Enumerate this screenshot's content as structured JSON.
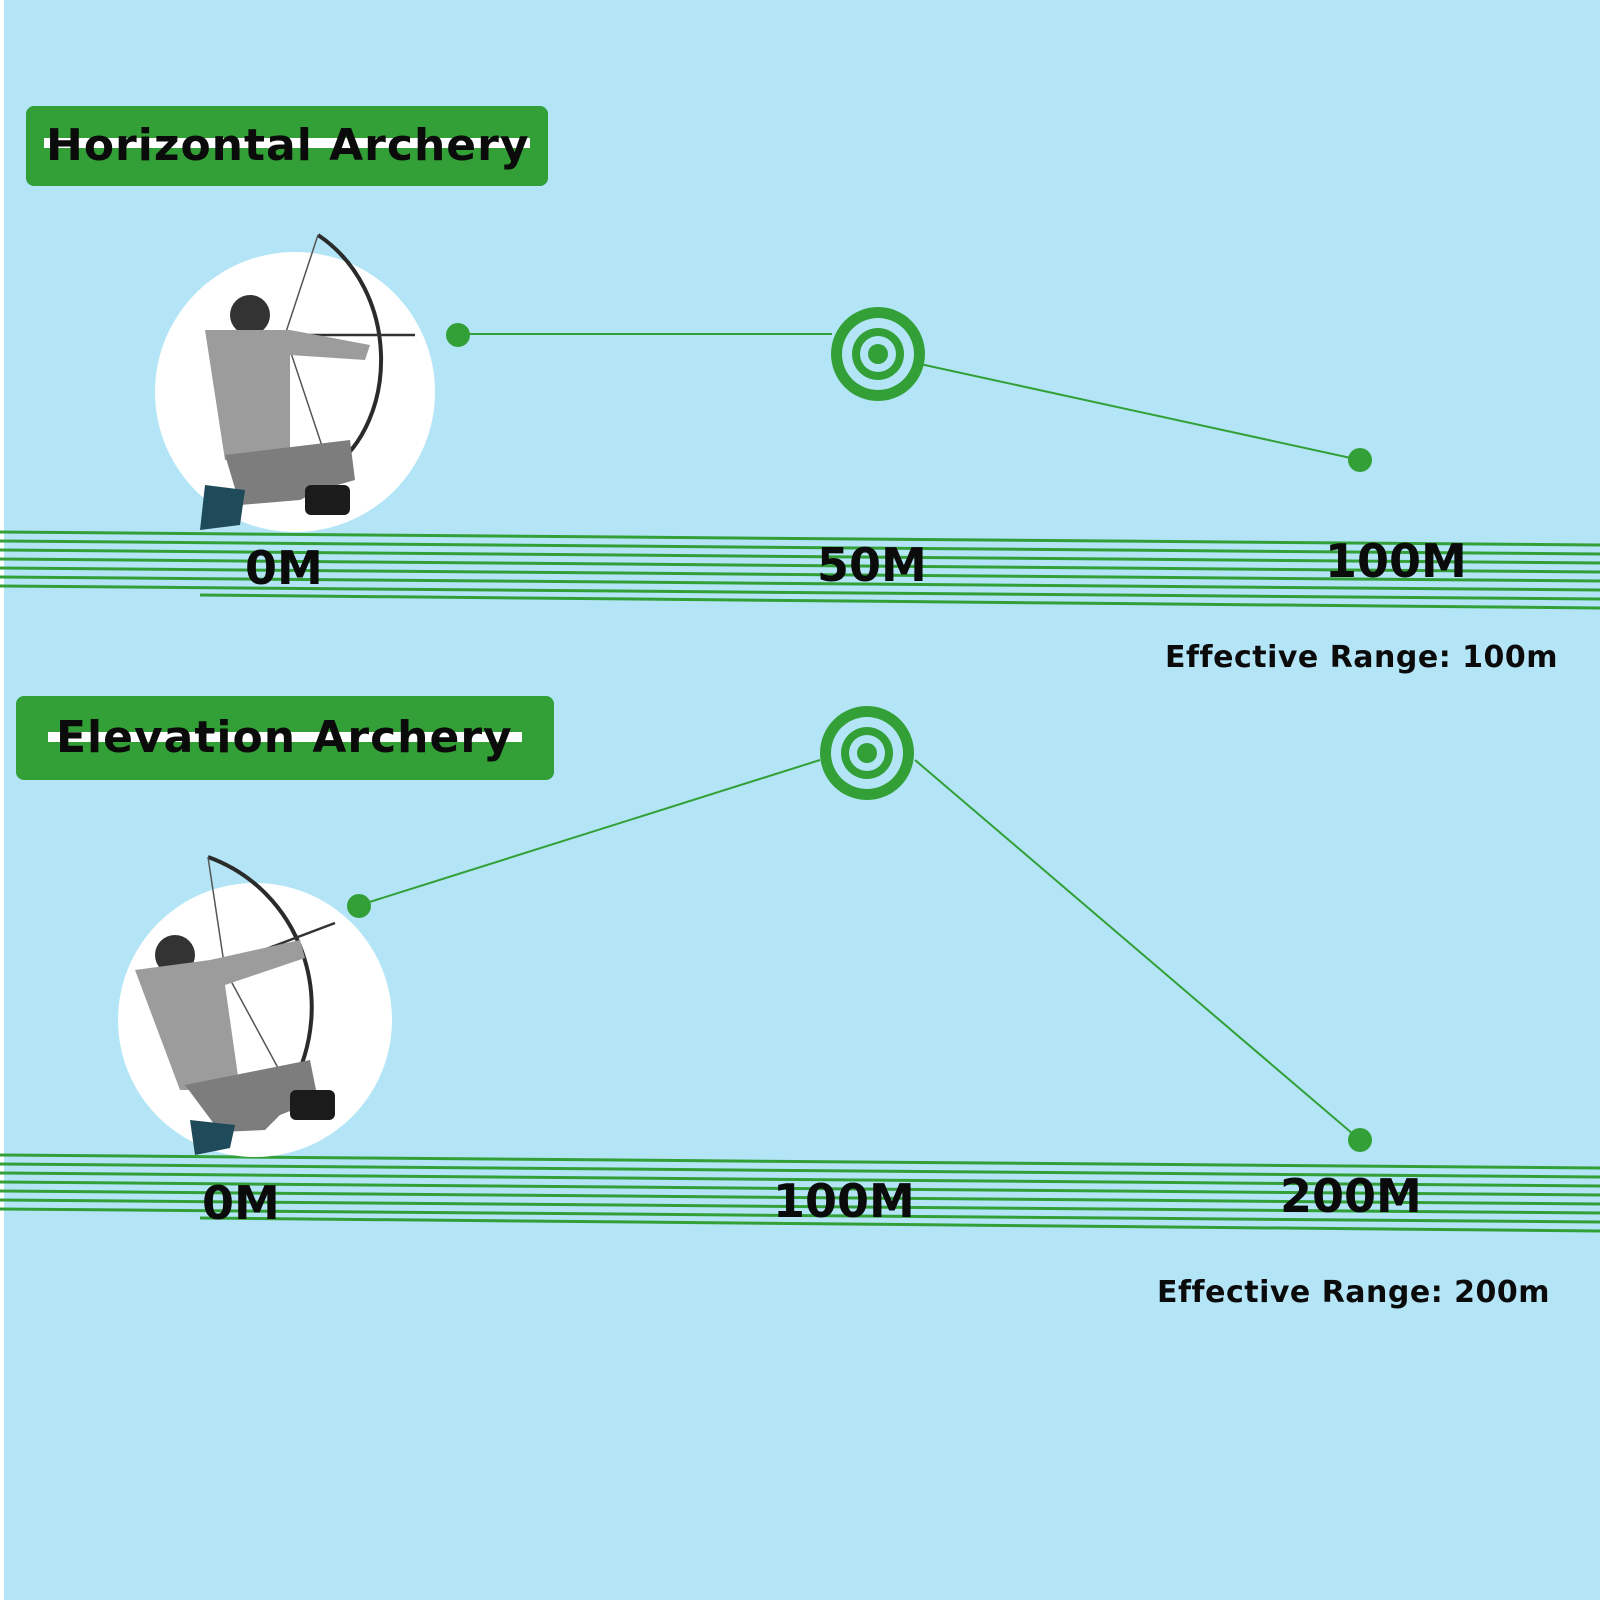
{
  "colors": {
    "background": "#b3e5f7",
    "accent_green": "#32a036",
    "text": "#0b0b0b",
    "circle": "#ffffff"
  },
  "sections": [
    {
      "id": "horizontal",
      "title": "Horizontal Archery",
      "distance_labels": [
        "0M",
        "50M",
        "100M"
      ],
      "effective_range": "Effective Range: 100m",
      "icons": [
        "archer-illustration",
        "target-icon",
        "launch-dot-icon",
        "landing-dot-icon"
      ]
    },
    {
      "id": "elevation",
      "title": "Elevation Archery",
      "distance_labels": [
        "0M",
        "100M",
        "200M"
      ],
      "effective_range": "Effective Range: 200m",
      "icons": [
        "archer-illustration",
        "target-icon",
        "launch-dot-icon",
        "landing-dot-icon"
      ]
    }
  ]
}
